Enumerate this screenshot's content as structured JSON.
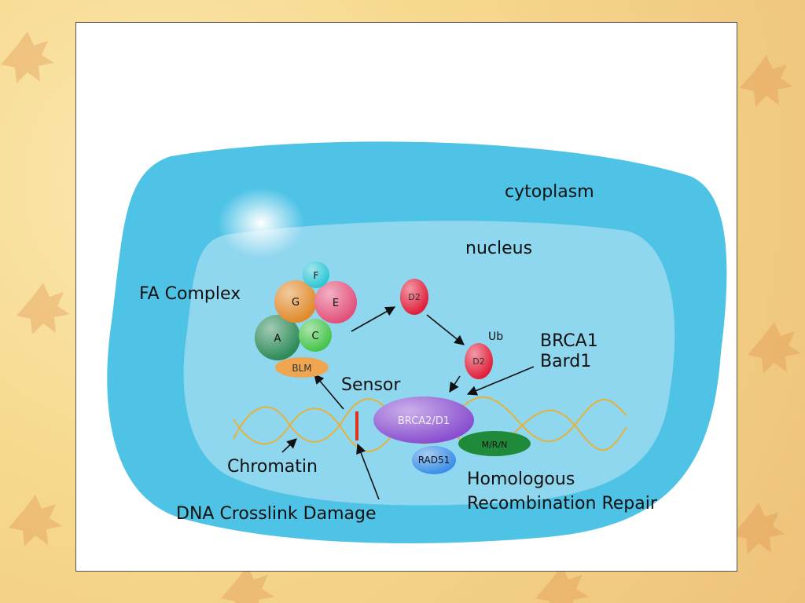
{
  "labels": {
    "cytoplasm": "cytoplasm",
    "nucleus": "nucleus",
    "fa_complex": "FA Complex",
    "sensor": "Sensor",
    "chromatin": "Chromatin",
    "dna_damage": "DNA Crosslink Damage",
    "brca1": "BRCA1",
    "bard1": "Bard1",
    "ub": "Ub",
    "hr_line1": "Homologous",
    "hr_line2": "Recombination Repair"
  },
  "proteins": {
    "F": "F",
    "G": "G",
    "E": "E",
    "A": "A",
    "C": "C",
    "BLM": "BLM",
    "D2": "D2",
    "D2_ub": "D2",
    "BRCA2_D1": "BRCA2/D1",
    "RAD51": "RAD51",
    "MRN": "M/R/N"
  },
  "colors": {
    "cytoplasm": "#4fc3e6",
    "nucleus": "#8fd6ef",
    "F": "#2ec6d6",
    "G": "#e08a2a",
    "E": "#e2507a",
    "A": "#2e8a58",
    "C": "#46c44a",
    "BLM": "#f0a650",
    "D2": "#e01f3a",
    "BRCA2_D1": "#8a4fd0",
    "RAD51": "#3a8ee8",
    "MRN": "#1f8a3a",
    "chromatin": "#e7b23a",
    "damage": "#e0301e"
  }
}
